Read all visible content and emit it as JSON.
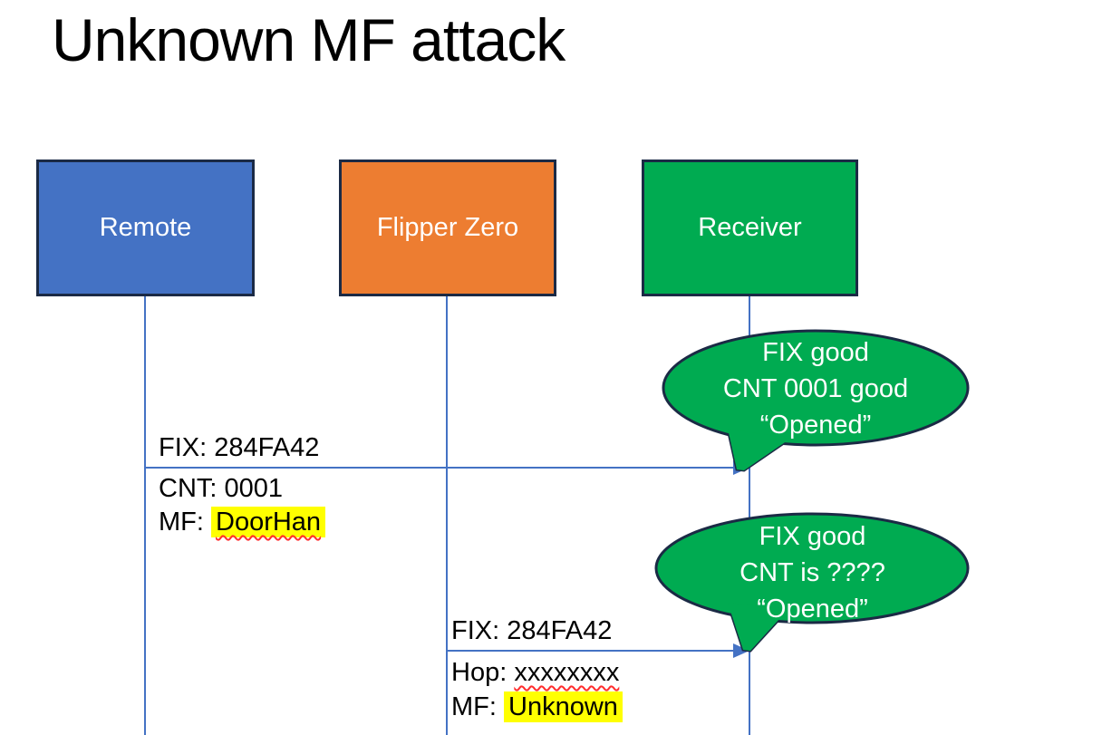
{
  "title": "Unknown MF attack",
  "actors": [
    {
      "label": "Remote"
    },
    {
      "label": "Flipper Zero"
    },
    {
      "label": "Receiver"
    }
  ],
  "messages": [
    {
      "above": "FIX: 284FA42",
      "row2_prefix": "CNT: ",
      "row2_value": "0001",
      "row3_prefix": "MF: ",
      "row3_value": "DoorHan"
    },
    {
      "above": "FIX: 284FA42",
      "row2_prefix": "Hop: ",
      "row2_value": "xxxxxxxx",
      "row3_prefix": "MF: ",
      "row3_value": "Unknown"
    }
  ],
  "callouts": [
    {
      "lines": [
        "FIX good",
        "CNT 0001 good",
        "“Opened”"
      ]
    },
    {
      "lines": [
        "FIX good",
        "CNT is ????",
        "“Opened”"
      ]
    }
  ],
  "colors": {
    "blue": "#4472C4",
    "orange": "#ED7D31",
    "green": "#00AB51",
    "border": "#1B2A45",
    "line": "#4472C4",
    "highlight": "#FFFF00",
    "squiggle": "#FF2E2E",
    "text": "#000000",
    "bubble-text": "#FFFFFF"
  }
}
